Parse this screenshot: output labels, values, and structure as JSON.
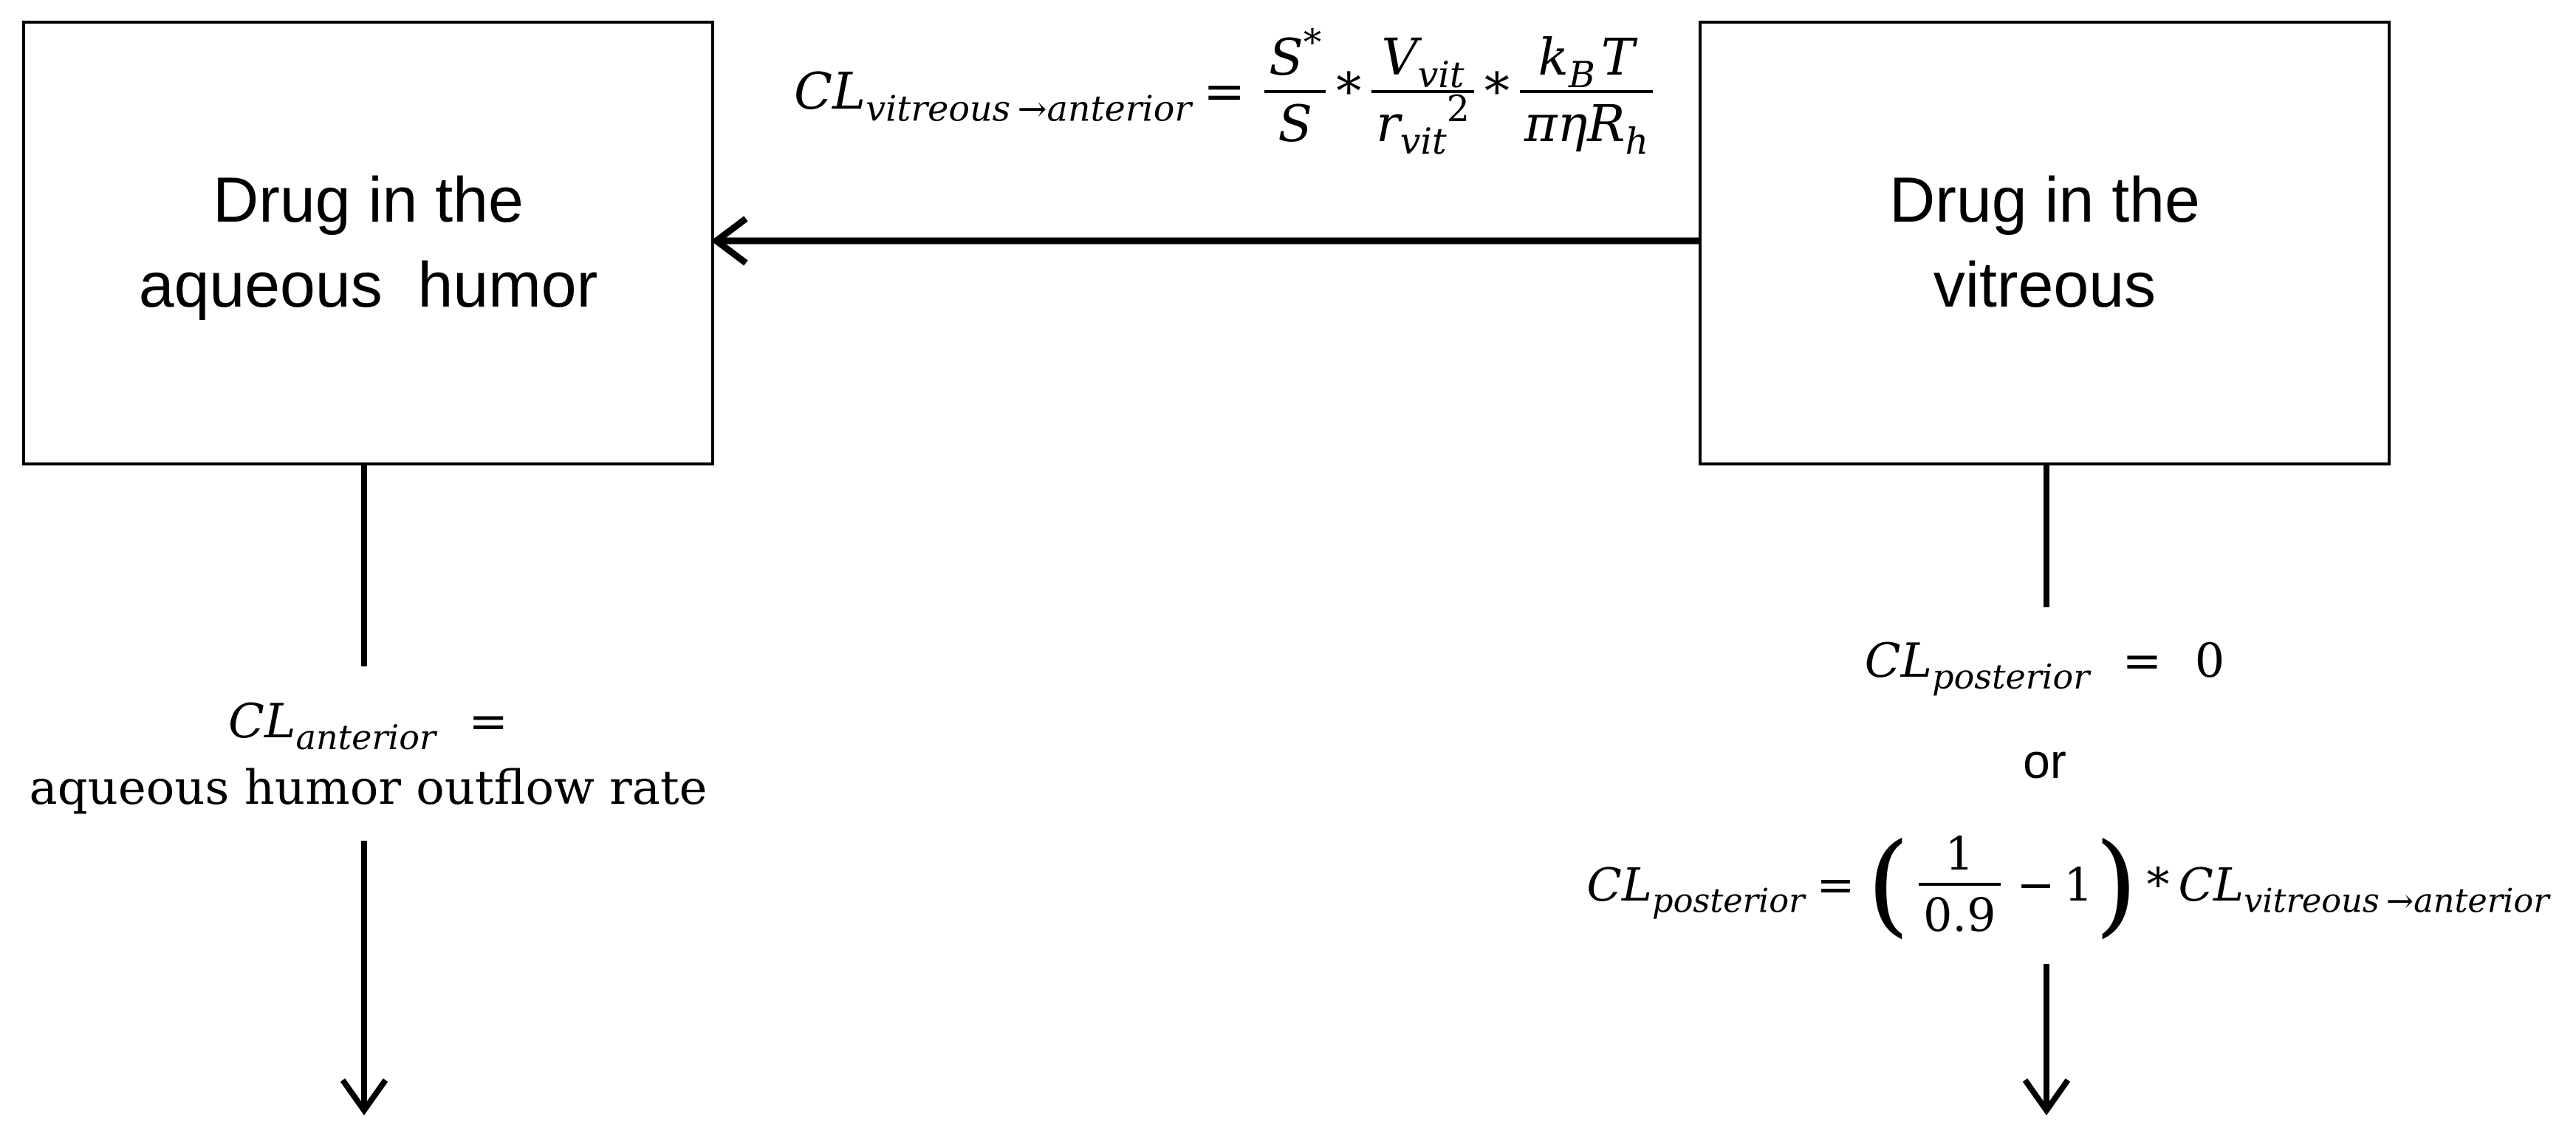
{
  "boxes": {
    "aqueous": {
      "line1": "Drug in the",
      "line2": "aqueous  humor"
    },
    "vitreous": {
      "line1": "Drug in the",
      "line2": "vitreous"
    }
  },
  "equations": {
    "transfer": {
      "lhs": "CL",
      "lhs_sub": "vitreous →anterior",
      "eq": "=",
      "f1_num": "S",
      "f1_num_sup": "*",
      "f1_den": "S",
      "mul": "*",
      "f2_num": "V",
      "f2_num_sub": "vit",
      "f2_den": "r",
      "f2_den_sub": "vit",
      "f2_den_sup": "2",
      "f3_num_a": "k",
      "f3_num_sub": "B",
      "f3_num_b": "T",
      "f3_den": "πηR",
      "f3_den_sub": "h"
    },
    "anterior": {
      "lhs": "CL",
      "lhs_sub": "anterior",
      "eq": "=",
      "rhs": "aqueous humor outflow rate"
    },
    "posterior_zero": {
      "lhs": "CL",
      "lhs_sub": "posterior",
      "eq": "=",
      "rhs": "0"
    },
    "or_text": "or",
    "posterior_alt": {
      "lhs": "CL",
      "lhs_sub": "posterior",
      "eq": "=",
      "paren_open": "(",
      "frac_num": "1",
      "frac_den": "0.9",
      "minus": "−",
      "one": "1",
      "paren_close": ")",
      "mul": "*",
      "rhs": "CL",
      "rhs_sub": "vitreous →anterior"
    }
  }
}
